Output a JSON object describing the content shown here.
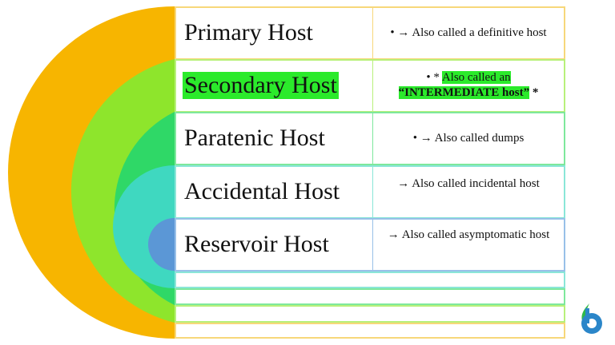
{
  "rows": [
    {
      "host": "Primary Host",
      "desc_prefix": "• → ",
      "desc_text": "Also called a definitive host",
      "desc_suffix": "",
      "color": "#f7b500"
    },
    {
      "host": "Secondary Host",
      "desc_prefix": "• * ",
      "desc_text": "Also called an ",
      "desc_bold": "“INTERMEDIATE host”",
      "desc_suffix": " *",
      "color": "#8ee52c"
    },
    {
      "host": "Paratenic Host",
      "desc_prefix": "• → ",
      "desc_text": "Also called dumps",
      "desc_suffix": "",
      "color": "#2fd867"
    },
    {
      "host": "Accidental Host",
      "desc_prefix": "→ ",
      "desc_text": "Also called incidental host",
      "desc_suffix": "",
      "color": "#3fd8c0"
    },
    {
      "host": "Reservoir Host",
      "desc_prefix": "→ ",
      "desc_text": "Also called asymptomatic host",
      "desc_suffix": "",
      "color": "#5b97d6"
    }
  ],
  "highlight_color": "#2bea2b",
  "logo_icon": "brand-logo-icon"
}
